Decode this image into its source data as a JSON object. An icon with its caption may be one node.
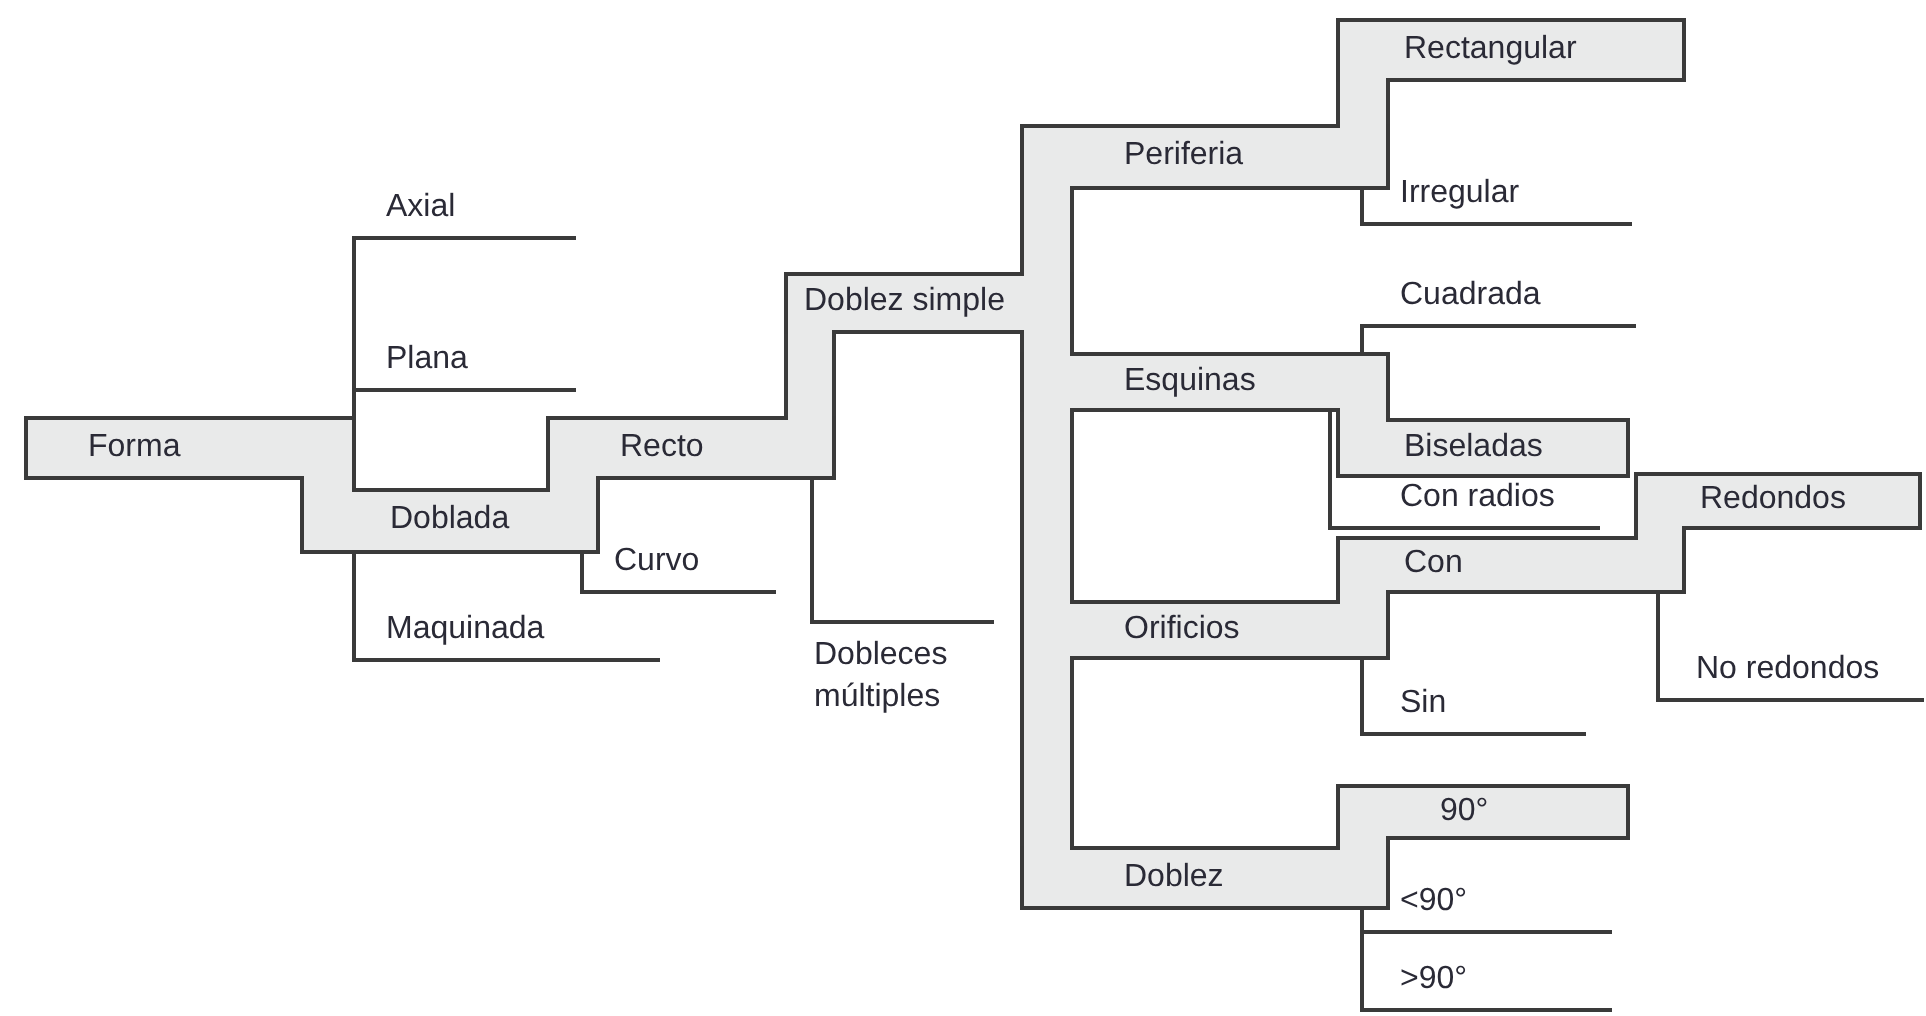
{
  "diagram": {
    "nodes": [
      {
        "text": [
          "Forma"
        ]
      },
      {
        "text": [
          "Axial"
        ]
      },
      {
        "text": [
          "Plana"
        ]
      },
      {
        "text": [
          "Doblada"
        ]
      },
      {
        "text": [
          "Maquinada"
        ]
      },
      {
        "text": [
          "Recto"
        ]
      },
      {
        "text": [
          "Curvo"
        ]
      },
      {
        "text": [
          "Doblez simple"
        ]
      },
      {
        "text": [
          "Dobleces múltiples"
        ]
      },
      {
        "text": [
          "Periferia"
        ]
      },
      {
        "text": [
          "Rectangular"
        ]
      },
      {
        "text": [
          "Irregular"
        ]
      },
      {
        "text": [
          "Esquinas"
        ]
      },
      {
        "text": [
          "Cuadrada"
        ]
      },
      {
        "text": [
          "Biseladas"
        ]
      },
      {
        "text": [
          "Con radios"
        ]
      },
      {
        "text": [
          "Orificios"
        ]
      },
      {
        "text": [
          "Con"
        ]
      },
      {
        "text": [
          "Redondos"
        ]
      },
      {
        "text": [
          "No redondos"
        ]
      },
      {
        "text": [
          "Sin"
        ]
      },
      {
        "text": [
          "Doblez"
        ]
      },
      {
        "text": [
          "90°"
        ]
      },
      {
        "text": [
          "<90°"
        ]
      },
      {
        "text": [
          ">90°"
        ]
      }
    ],
    "edges": [
      {
        "from": 0,
        "to": 1,
        "arrow": "none"
      },
      {
        "from": 0,
        "to": 2,
        "arrow": "none"
      },
      {
        "from": 0,
        "to": 3,
        "arrow": "none",
        "style": "thick",
        "color": "#e9eaea"
      },
      {
        "from": 3,
        "to": 4,
        "arrow": "none"
      },
      {
        "from": 3,
        "to": 5,
        "arrow": "none",
        "style": "thick",
        "color": "#e9eaea"
      },
      {
        "from": 3,
        "to": 6,
        "arrow": "none"
      },
      {
        "from": 5,
        "to": 7,
        "arrow": "none",
        "style": "thick",
        "color": "#e9eaea"
      },
      {
        "from": 5,
        "to": 8,
        "arrow": "none"
      },
      {
        "from": 7,
        "to": 9,
        "arrow": "none",
        "style": "thick",
        "color": "#e9eaea"
      },
      {
        "from": 7,
        "to": 12,
        "arrow": "none",
        "style": "thick",
        "color": "#e9eaea"
      },
      {
        "from": 7,
        "to": 16,
        "arrow": "none",
        "style": "thick",
        "color": "#e9eaea"
      },
      {
        "from": 7,
        "to": 21,
        "arrow": "none",
        "style": "thick",
        "color": "#e9eaea"
      },
      {
        "from": 9,
        "to": 10,
        "arrow": "none",
        "style": "thick",
        "color": "#e9eaea"
      },
      {
        "from": 9,
        "to": 11,
        "arrow": "none"
      },
      {
        "from": 12,
        "to": 13,
        "arrow": "none"
      },
      {
        "from": 12,
        "to": 14,
        "arrow": "none",
        "style": "thick",
        "color": "#e9eaea"
      },
      {
        "from": 12,
        "to": 15,
        "arrow": "none"
      },
      {
        "from": 16,
        "to": 17,
        "arrow": "none",
        "style": "thick",
        "color": "#e9eaea"
      },
      {
        "from": 16,
        "to": 20,
        "arrow": "none"
      },
      {
        "from": 17,
        "to": 18,
        "arrow": "none",
        "style": "thick",
        "color": "#e9eaea"
      },
      {
        "from": 17,
        "to": 19,
        "arrow": "none"
      },
      {
        "from": 21,
        "to": 22,
        "arrow": "none",
        "style": "thick",
        "color": "#e9eaea"
      },
      {
        "from": 21,
        "to": 23,
        "arrow": "none"
      },
      {
        "from": 21,
        "to": 24,
        "arrow": "none"
      }
    ]
  }
}
